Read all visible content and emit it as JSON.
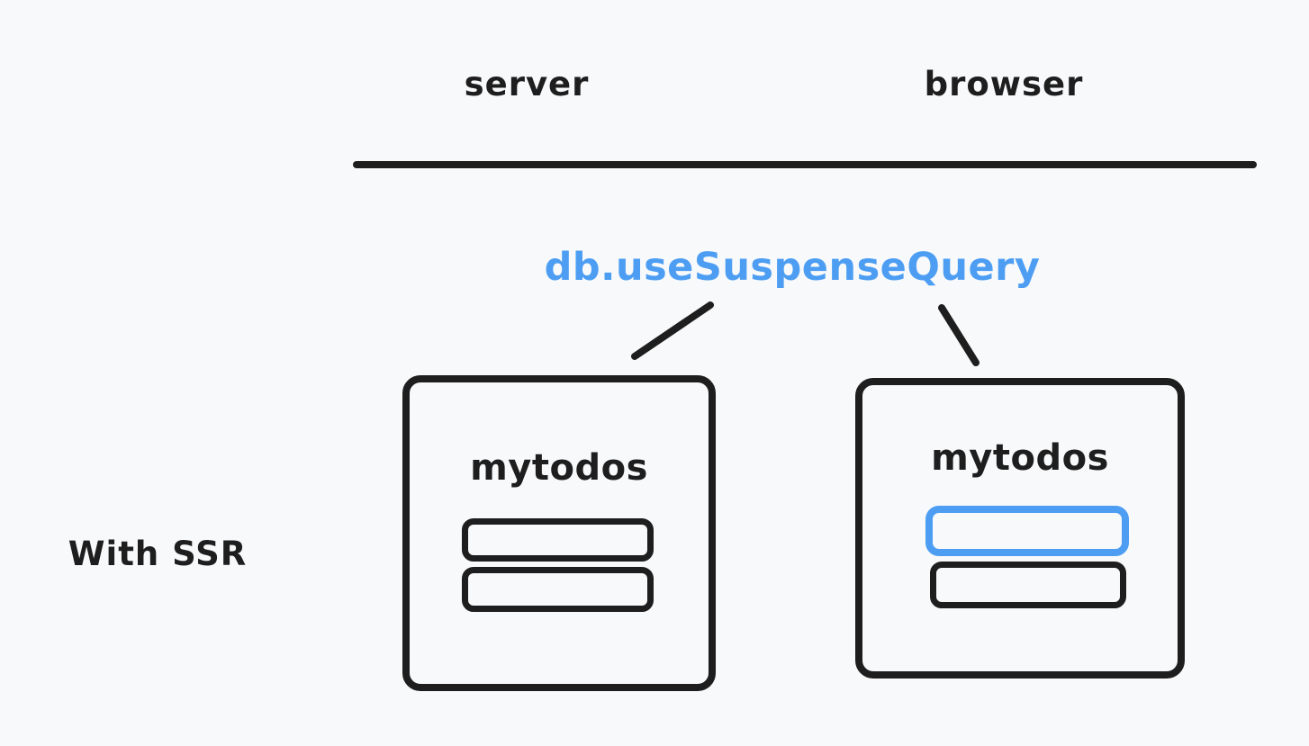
{
  "colors": {
    "background": "#f8f9fb",
    "ink": "#1e1e1e",
    "accent": "#4d9ef3"
  },
  "headers": {
    "server": "server",
    "browser": "browser"
  },
  "hook_label": "db.useSuspenseQuery",
  "row_label": "With SSR",
  "server_box": {
    "title": "mytodos",
    "items": [
      {
        "state": "default"
      },
      {
        "state": "default"
      }
    ]
  },
  "browser_box": {
    "title": "mytodos",
    "items": [
      {
        "state": "highlighted"
      },
      {
        "state": "default"
      }
    ]
  }
}
